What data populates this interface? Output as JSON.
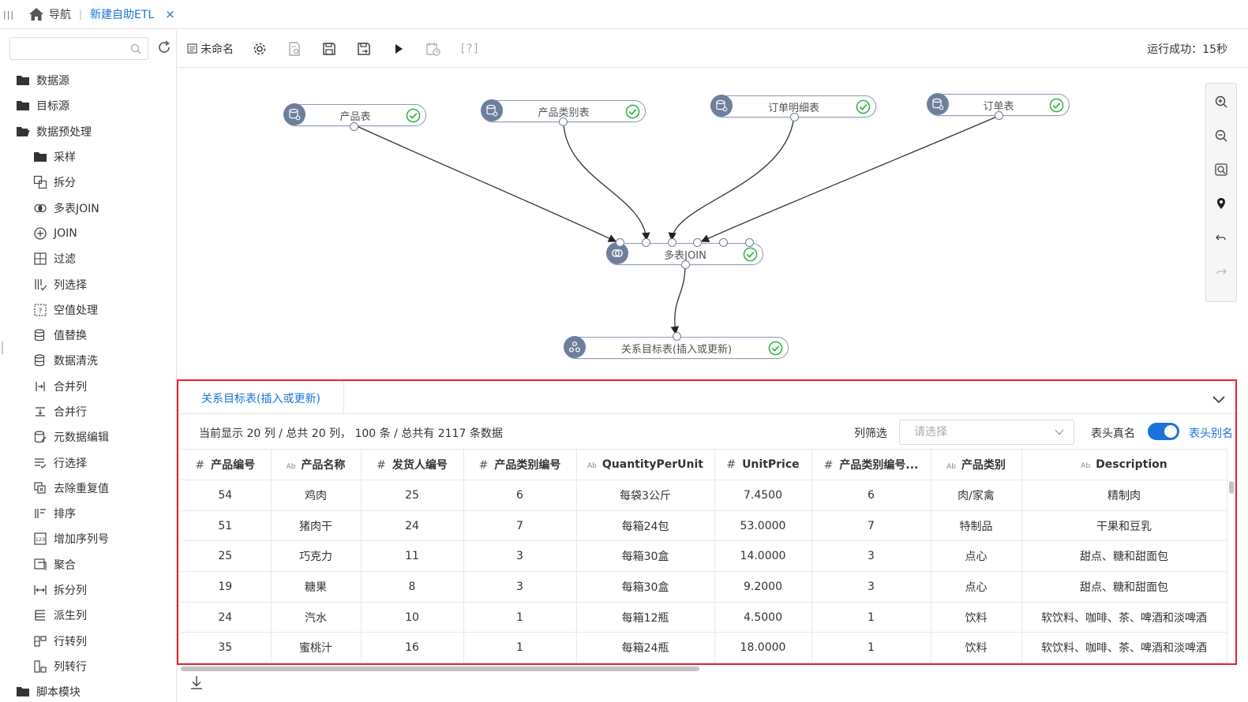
{
  "topbar": {
    "nav_label": "导航",
    "active_tab": "新建自助ETL",
    "close_glyph": "×"
  },
  "sidebar": {
    "search_placeholder": "",
    "items": [
      {
        "label": "数据源",
        "level": 0,
        "icon": "folder-icon"
      },
      {
        "label": "目标源",
        "level": 0,
        "icon": "folder-icon"
      },
      {
        "label": "数据预处理",
        "level": 0,
        "icon": "folder-open-icon"
      },
      {
        "label": "采样",
        "level": 1,
        "icon": "folder-icon"
      },
      {
        "label": "拆分",
        "level": 1,
        "icon": "split-icon"
      },
      {
        "label": "多表JOIN",
        "level": 1,
        "icon": "multi-join-icon"
      },
      {
        "label": "JOIN",
        "level": 1,
        "icon": "join-icon"
      },
      {
        "label": "过滤",
        "level": 1,
        "icon": "filter-icon"
      },
      {
        "label": "列选择",
        "level": 1,
        "icon": "column-select-icon"
      },
      {
        "label": "空值处理",
        "level": 1,
        "icon": "null-handle-icon"
      },
      {
        "label": "值替换",
        "level": 1,
        "icon": "value-replace-icon"
      },
      {
        "label": "数据清洗",
        "level": 1,
        "icon": "data-clean-icon"
      },
      {
        "label": "合并列",
        "level": 1,
        "icon": "merge-column-icon"
      },
      {
        "label": "合并行",
        "level": 1,
        "icon": "merge-row-icon"
      },
      {
        "label": "元数据编辑",
        "level": 1,
        "icon": "metadata-edit-icon"
      },
      {
        "label": "行选择",
        "level": 1,
        "icon": "row-select-icon"
      },
      {
        "label": "去除重复值",
        "level": 1,
        "icon": "dedupe-icon"
      },
      {
        "label": "排序",
        "level": 1,
        "icon": "sort-icon"
      },
      {
        "label": "增加序列号",
        "level": 1,
        "icon": "sequence-icon"
      },
      {
        "label": "聚合",
        "level": 1,
        "icon": "aggregate-icon"
      },
      {
        "label": "拆分列",
        "level": 1,
        "icon": "split-column-icon"
      },
      {
        "label": "派生列",
        "level": 1,
        "icon": "derived-column-icon"
      },
      {
        "label": "行转列",
        "level": 1,
        "icon": "row-to-column-icon"
      },
      {
        "label": "列转行",
        "level": 1,
        "icon": "column-to-row-icon"
      },
      {
        "label": "脚本模块",
        "level": 0,
        "icon": "folder-icon"
      }
    ]
  },
  "toolbar": {
    "flow_name": "未命名",
    "help_label": "[?]",
    "run_status": "运行成功：15秒"
  },
  "canvas": {
    "nodes": {
      "product": "产品表",
      "category": "产品类别表",
      "order_detail": "订单明细表",
      "orders": "订单表",
      "multi_join": "多表JOIN",
      "target": "关系目标表(插入或更新)"
    }
  },
  "panel": {
    "tab_label": "关系目标表(插入或更新)",
    "info_text": "当前显示 20 列 / 总共 20 列，  100 条 / 总共有 2117 条数据",
    "filter_label": "列筛选",
    "filter_placeholder": "请选择",
    "realname_label": "表头真名",
    "alias_label": "表头别名",
    "toggle_on": true,
    "columns": [
      {
        "type": "#",
        "name": "产品编号"
      },
      {
        "type": "Ab",
        "name": "产品名称"
      },
      {
        "type": "#",
        "name": "发货人编号"
      },
      {
        "type": "#",
        "name": "产品类别编号"
      },
      {
        "type": "Ab",
        "name": "QuantityPerUnit"
      },
      {
        "type": "#",
        "name": "UnitPrice"
      },
      {
        "type": "#",
        "name": "产品类别编号..."
      },
      {
        "type": "Ab",
        "name": "产品类别"
      },
      {
        "type": "Ab",
        "name": "Description"
      }
    ],
    "rows": [
      [
        "54",
        "鸡肉",
        "25",
        "6",
        "每袋3公斤",
        "7.4500",
        "6",
        "肉/家禽",
        "精制肉"
      ],
      [
        "51",
        "猪肉干",
        "24",
        "7",
        "每箱24包",
        "53.0000",
        "7",
        "特制品",
        "干果和豆乳"
      ],
      [
        "25",
        "巧克力",
        "11",
        "3",
        "每箱30盒",
        "14.0000",
        "3",
        "点心",
        "甜点、糖和甜面包"
      ],
      [
        "19",
        "糖果",
        "8",
        "3",
        "每箱30盒",
        "9.2000",
        "3",
        "点心",
        "甜点、糖和甜面包"
      ],
      [
        "24",
        "汽水",
        "10",
        "1",
        "每箱12瓶",
        "4.5000",
        "1",
        "饮料",
        "软饮料、咖啡、茶、啤酒和淡啤酒"
      ],
      [
        "35",
        "蜜桃汁",
        "16",
        "1",
        "每箱24瓶",
        "18.0000",
        "1",
        "饮料",
        "软饮料、咖啡、茶、啤酒和淡啤酒"
      ]
    ]
  },
  "colors": {
    "accent": "#1a73d9",
    "success": "#2fb344",
    "highlight_border": "#e8202a",
    "node_icon_bg": "#6e7f9c"
  }
}
